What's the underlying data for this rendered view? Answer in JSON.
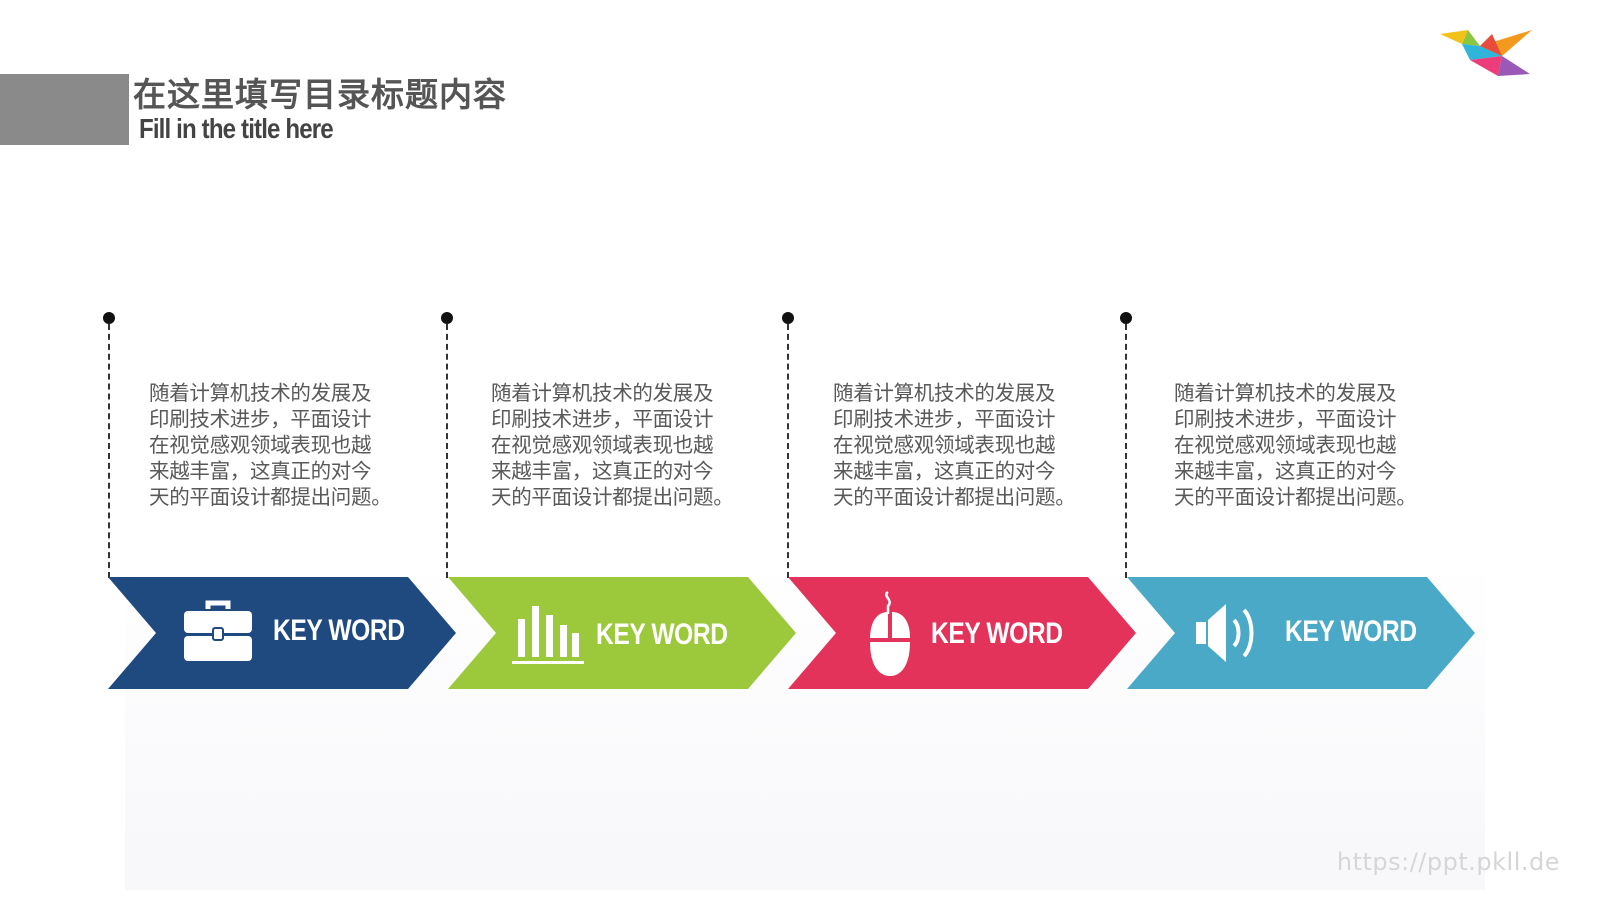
{
  "header": {
    "title_cn": "在这里填写目录标题内容",
    "title_en": "Fill in the title here"
  },
  "steps": [
    {
      "text": "随着计算机技术的发展及\n印刷技术进步，平面设计\n在视觉感观领域表现也越\n来越丰富，这真正的对今\n天的平面设计都提出问题。",
      "label": "KEY WORD",
      "color": "#1f4a80",
      "icon": "briefcase-icon"
    },
    {
      "text": "随着计算机技术的发展及\n印刷技术进步，平面设计\n在视觉感观领域表现也越\n来越丰富，这真正的对今\n天的平面设计都提出问题。",
      "label": "KEY WORD",
      "color": "#9cc83b",
      "icon": "bar-chart-icon"
    },
    {
      "text": "随着计算机技术的发展及\n印刷技术进步，平面设计\n在视觉感观领域表现也越\n来越丰富，这真正的对今\n天的平面设计都提出问题。",
      "label": "KEY WORD",
      "color": "#e3335a",
      "icon": "mouse-icon"
    },
    {
      "text": "随着计算机技术的发展及\n印刷技术进步，平面设计\n在视觉感观领域表现也越\n来越丰富，这真正的对今\n天的平面设计都提出问题。",
      "label": "KEY WORD",
      "color": "#4aa9c6",
      "icon": "speaker-icon"
    }
  ],
  "watermark": "https://ppt.pkll.de"
}
